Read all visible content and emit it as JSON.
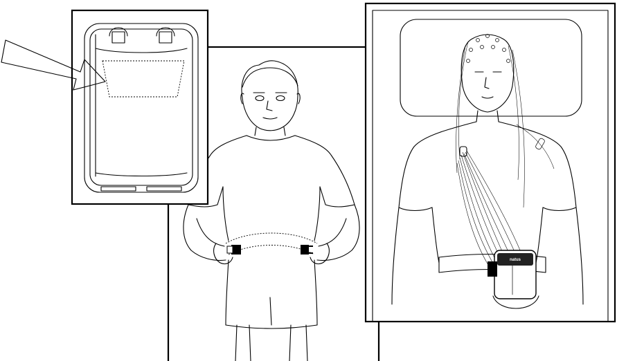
{
  "figure": {
    "panels": [
      "belt-fitting-figure",
      "carry-pouch-detail-inset",
      "recorder-worn-figure"
    ],
    "recorder_brand_label": "natus",
    "colors": {
      "ink": "#000000",
      "paper": "#ffffff"
    }
  }
}
